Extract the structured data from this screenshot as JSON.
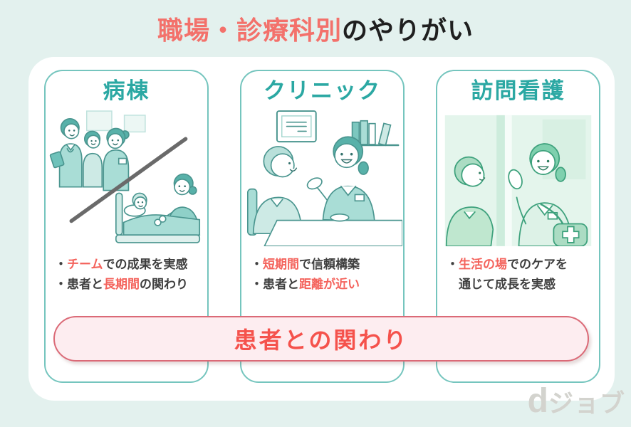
{
  "title": {
    "highlight": "職場・診療科別",
    "rest": "のやりがい"
  },
  "bullet_char": "・",
  "cards": [
    {
      "name": "病棟",
      "illustration": "ward-team-and-bedside-illustration",
      "bullets": [
        {
          "segments": [
            {
              "t": "チーム"
            },
            {
              "t": "での成果を実感"
            }
          ]
        },
        {
          "segments": [
            {
              "t": "患者と"
            },
            {
              "t": "長期間"
            },
            {
              "t": "の関わり"
            }
          ]
        }
      ]
    },
    {
      "name": "クリニック",
      "illustration": "clinic-counter-consultation-illustration",
      "bullets": [
        {
          "segments": [
            {
              "t": "短期間"
            },
            {
              "t": "で信頼構築"
            }
          ]
        },
        {
          "segments": [
            {
              "t": "患者と"
            },
            {
              "t": "距離が近い"
            }
          ]
        }
      ]
    },
    {
      "name": "訪問看護",
      "illustration": "home-visit-greeting-illustration",
      "bullets": [
        {
          "line1": [
            {
              "t": "生活の場"
            },
            {
              "t": "でのケアを"
            }
          ],
          "line2": [
            {
              "t": "通じて成長を実感"
            }
          ]
        }
      ]
    }
  ],
  "banner": {
    "label": "患者との関わり"
  },
  "logo": {
    "d": "d",
    "name": "ジョブ"
  },
  "colors": {
    "background": "#e3f1ee",
    "accent_red": "#f4635c",
    "teal_heading": "#2ba8a3",
    "card_border": "#75c5be",
    "banner_bg": "#fdedf0",
    "banner_border": "#db6a77",
    "banner_text": "#f5524c"
  }
}
